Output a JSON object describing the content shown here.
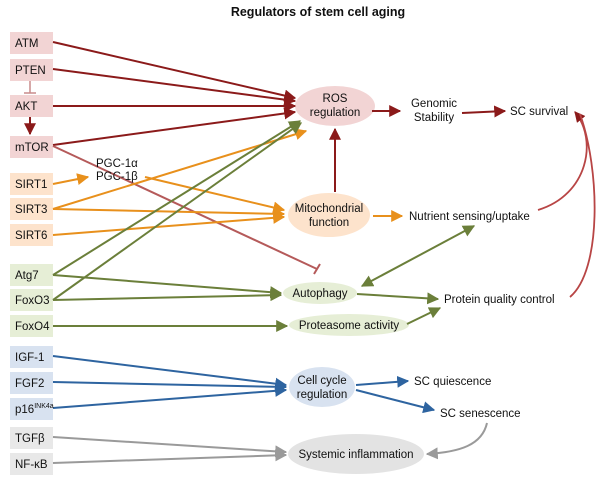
{
  "title": "Regulators of stem cell aging",
  "colors": {
    "red": "#8b1a1a",
    "orange": "#e8901c",
    "green": "#6b7f3a",
    "blue": "#2e64a0",
    "gray": "#9a9a9a",
    "boxRed": "#f2d4d4",
    "boxOrange": "#fde3cc",
    "boxGreen": "#e6eed6",
    "boxBlue": "#d8e2f0",
    "boxGray": "#e8e8e8"
  },
  "regulators": {
    "atm": "ATM",
    "pten": "PTEN",
    "akt": "AKT",
    "mtor": "mTOR",
    "sirt1": "SIRT1",
    "sirt3": "SIRT3",
    "sirt6": "SIRT6",
    "atg7": "Atg7",
    "foxo3": "FoxO3",
    "foxo4": "FoxO4",
    "igf1": "IGF-1",
    "fgf2": "FGF2",
    "p16": "p16",
    "p16_sup": "INK4a",
    "tgfb": "TGFβ",
    "nfkb": "NF-κB"
  },
  "intermediates": {
    "pgc1a": "PGC-1α",
    "pgc1b": "PGC-1β"
  },
  "processes": {
    "ros_1": "ROS",
    "ros_2": "regulation",
    "mito_1": "Mitochondrial",
    "mito_2": "function",
    "autophagy": "Autophagy",
    "proteasome": "Proteasome activity",
    "cellcycle_1": "Cell cycle",
    "cellcycle_2": "regulation",
    "systemic": "Systemic inflammation"
  },
  "outcomes": {
    "genomic_1": "Genomic",
    "genomic_2": "Stability",
    "sc_survival": "SC survival",
    "nutrient": "Nutrient sensing/uptake",
    "protein_qc": "Protein quality control",
    "sc_quiescence": "SC quiescence",
    "sc_senescence": "SC senescence"
  }
}
